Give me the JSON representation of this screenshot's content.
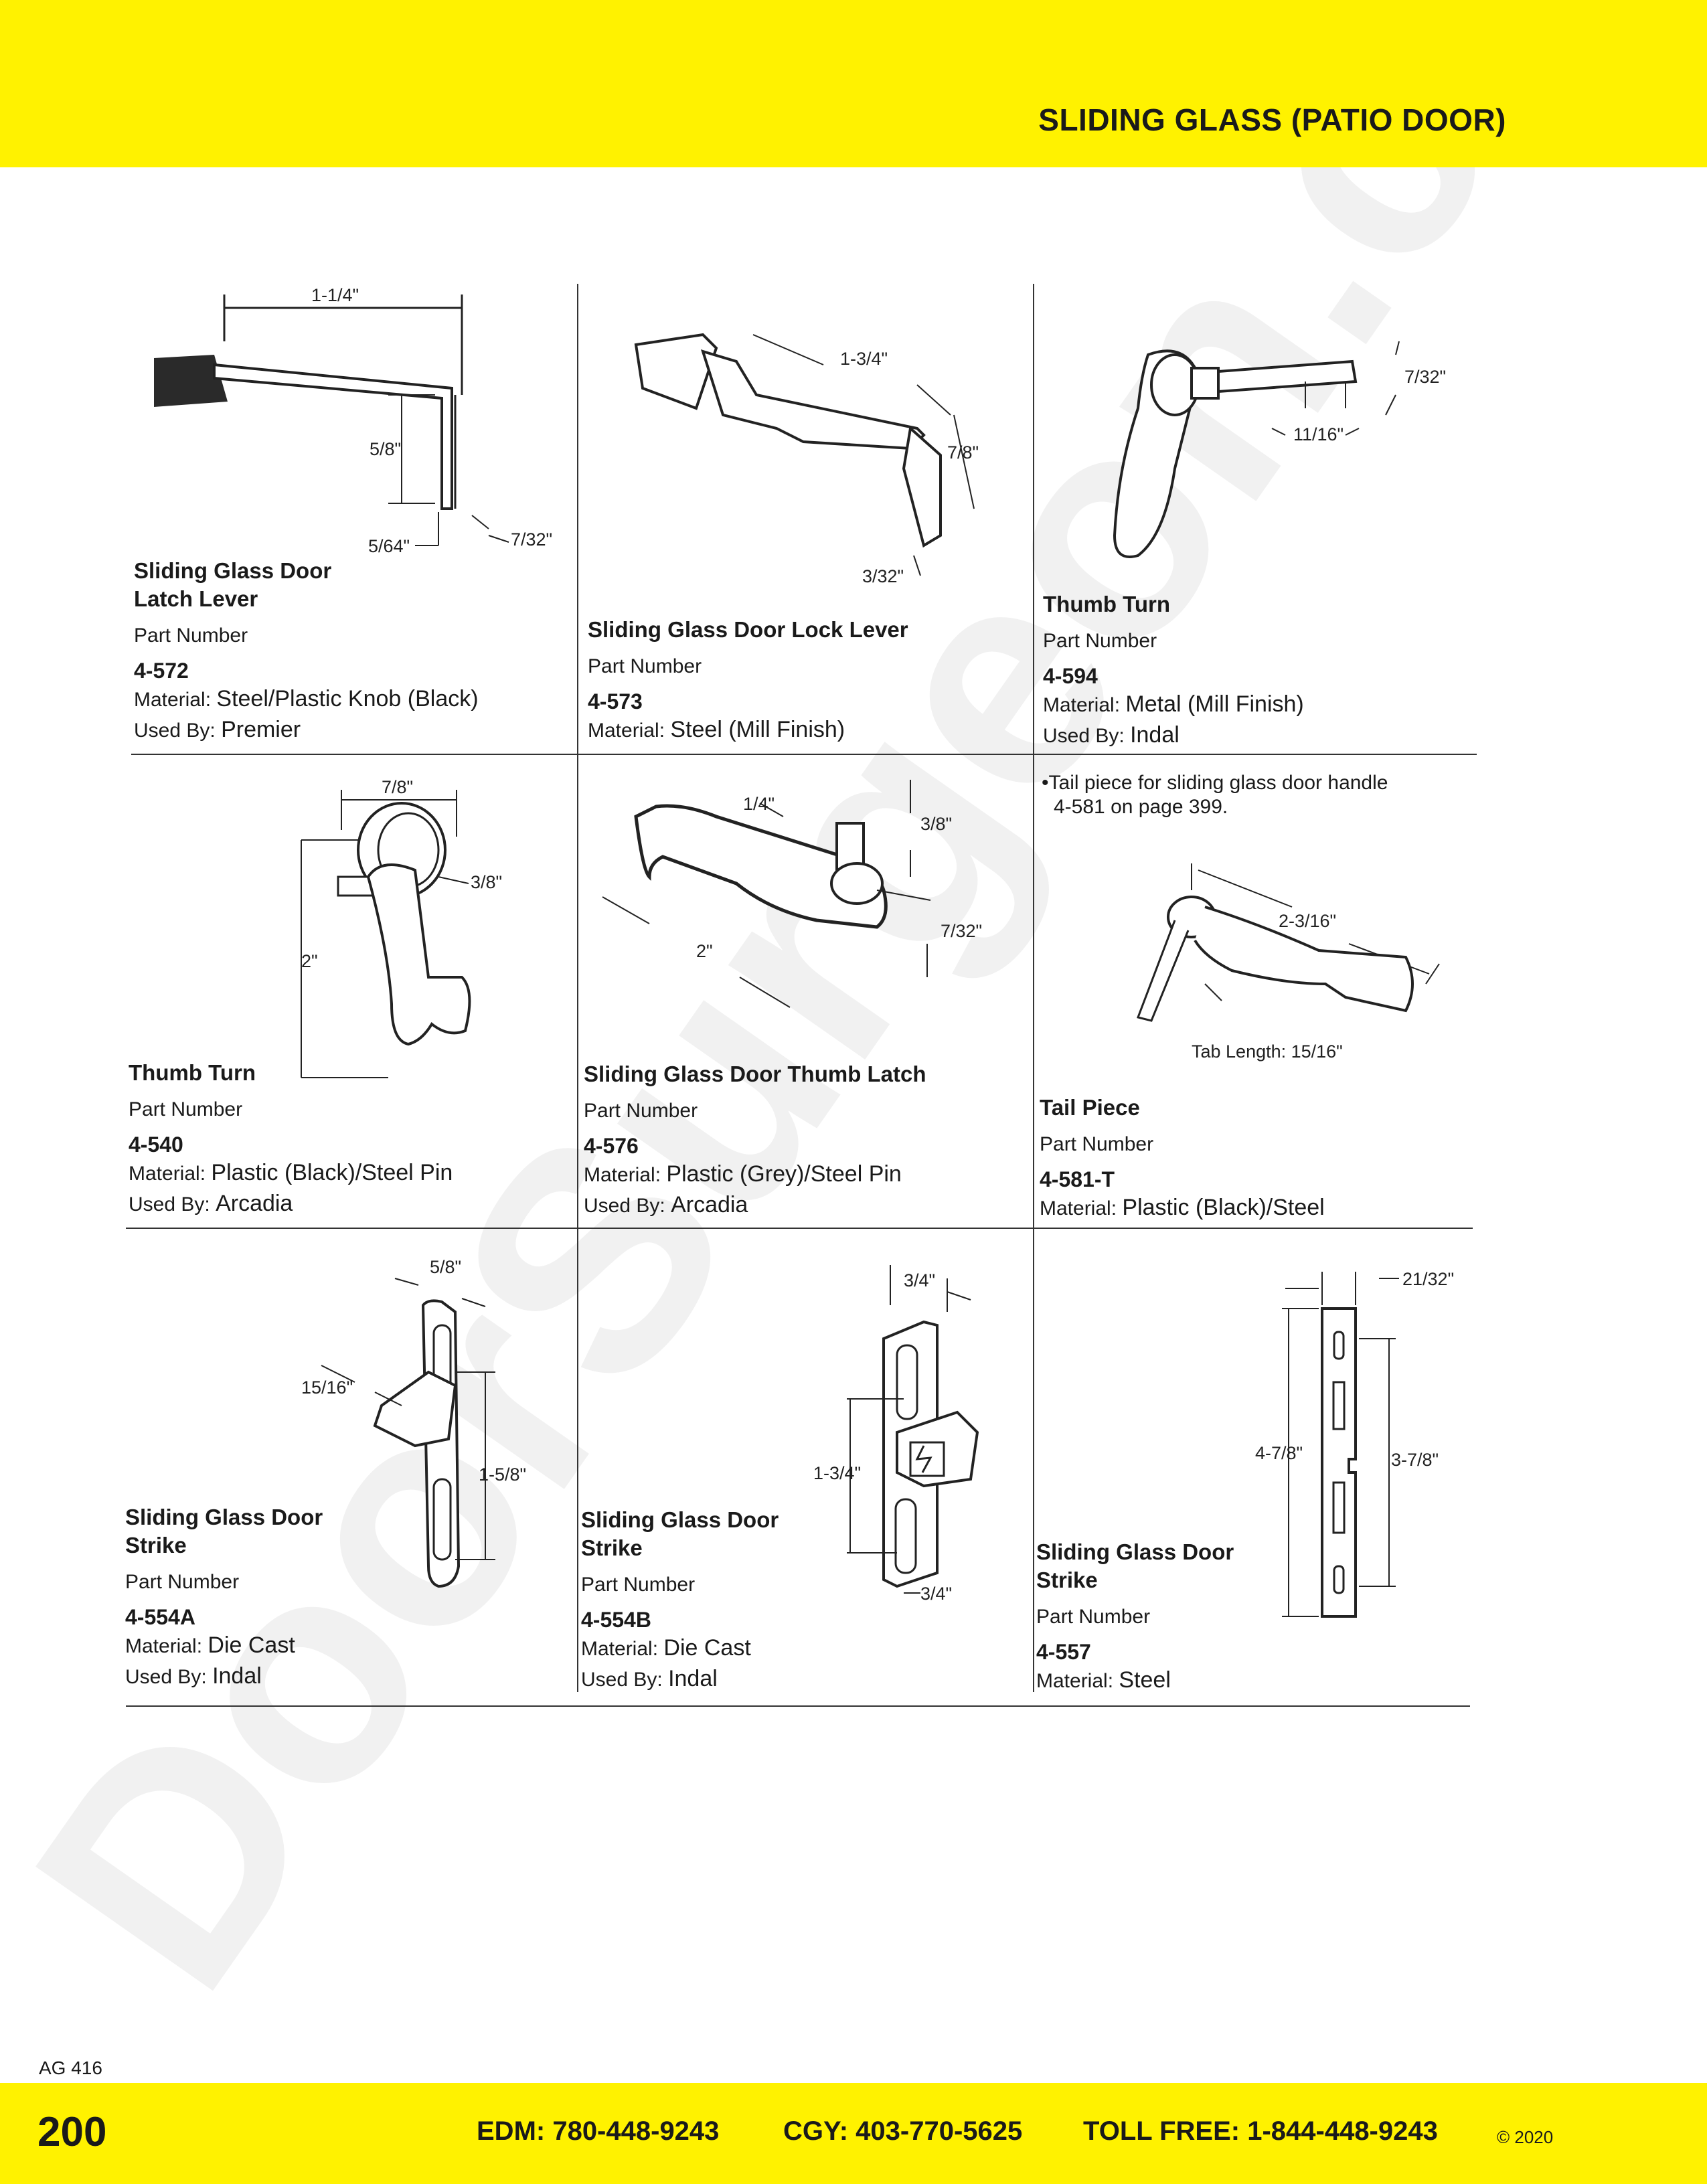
{
  "header": {
    "title": "SLIDING GLASS (PATIO DOOR)"
  },
  "footer": {
    "page_number": "200",
    "edm": "EDM: 780-448-9243",
    "cgy": "CGY: 403-770-5625",
    "toll_free": "TOLL FREE: 1-844-448-9243",
    "copyright": "© 2020"
  },
  "page_code": "AG 416",
  "watermark": "DoorSurgeon.com",
  "colors": {
    "brand_yellow": "#fff200",
    "text": "#1a1a1a",
    "watermark": "#f1f1f1"
  },
  "labels": {
    "part_number": "Part Number",
    "material": "Material:",
    "used_by": "Used By:"
  },
  "products": [
    {
      "name_line1": "Sliding Glass Door",
      "name_line2": "Latch Lever",
      "part": "4-572",
      "material": "Steel/Plastic Knob (Black)",
      "used_by": "Premier",
      "dims": [
        "1-1/4\"",
        "5/8\"",
        "5/64\"",
        "7/32\""
      ]
    },
    {
      "name_line1": "Sliding Glass Door Lock Lever",
      "name_line2": "",
      "part": "4-573",
      "material": "Steel (Mill Finish)",
      "used_by": "",
      "dims": [
        "1-3/4\"",
        "7/8\"",
        "3/32\""
      ]
    },
    {
      "name_line1": "Thumb Turn",
      "name_line2": "",
      "part": "4-594",
      "material": "Metal (Mill Finish)",
      "used_by": "Indal",
      "dims": [
        "7/32\"",
        "11/16\""
      ]
    },
    {
      "name_line1": "Thumb Turn",
      "name_line2": "",
      "part": "4-540",
      "material": "Plastic (Black)/Steel Pin",
      "used_by": "Arcadia",
      "dims": [
        "7/8\"",
        "3/8\"",
        "2\""
      ]
    },
    {
      "name_line1": "Sliding Glass Door Thumb Latch",
      "name_line2": "",
      "part": "4-576",
      "material": "Plastic (Grey)/Steel Pin",
      "used_by": "Arcadia",
      "dims": [
        "1/4\"",
        "3/8\"",
        "7/32\"",
        "2\""
      ]
    },
    {
      "name_line1": "Tail Piece",
      "name_line2": "",
      "part": "4-581-T",
      "material": "Plastic (Black)/Steel",
      "used_by": "",
      "note_line1": "•Tail piece for sliding glass door handle",
      "note_line2": "4-581 on page 399.",
      "dims": [
        "2-3/16\"",
        "Tab Length: 15/16\""
      ]
    },
    {
      "name_line1": "Sliding Glass Door",
      "name_line2": "Strike",
      "part": "4-554A",
      "material": "Die Cast",
      "used_by": "Indal",
      "dims": [
        "5/8\"",
        "15/16\"",
        "1-5/8\""
      ]
    },
    {
      "name_line1": "Sliding Glass Door",
      "name_line2": "Strike",
      "part": "4-554B",
      "material": "Die Cast",
      "used_by": "Indal",
      "dims": [
        "3/4\"",
        "1-3/4\"",
        "3/4\""
      ]
    },
    {
      "name_line1": "Sliding Glass Door",
      "name_line2": "Strike",
      "part": "4-557",
      "material": "Steel",
      "used_by": "",
      "dims": [
        "21/32\"",
        "4-7/8\"",
        "3-7/8\""
      ]
    }
  ]
}
